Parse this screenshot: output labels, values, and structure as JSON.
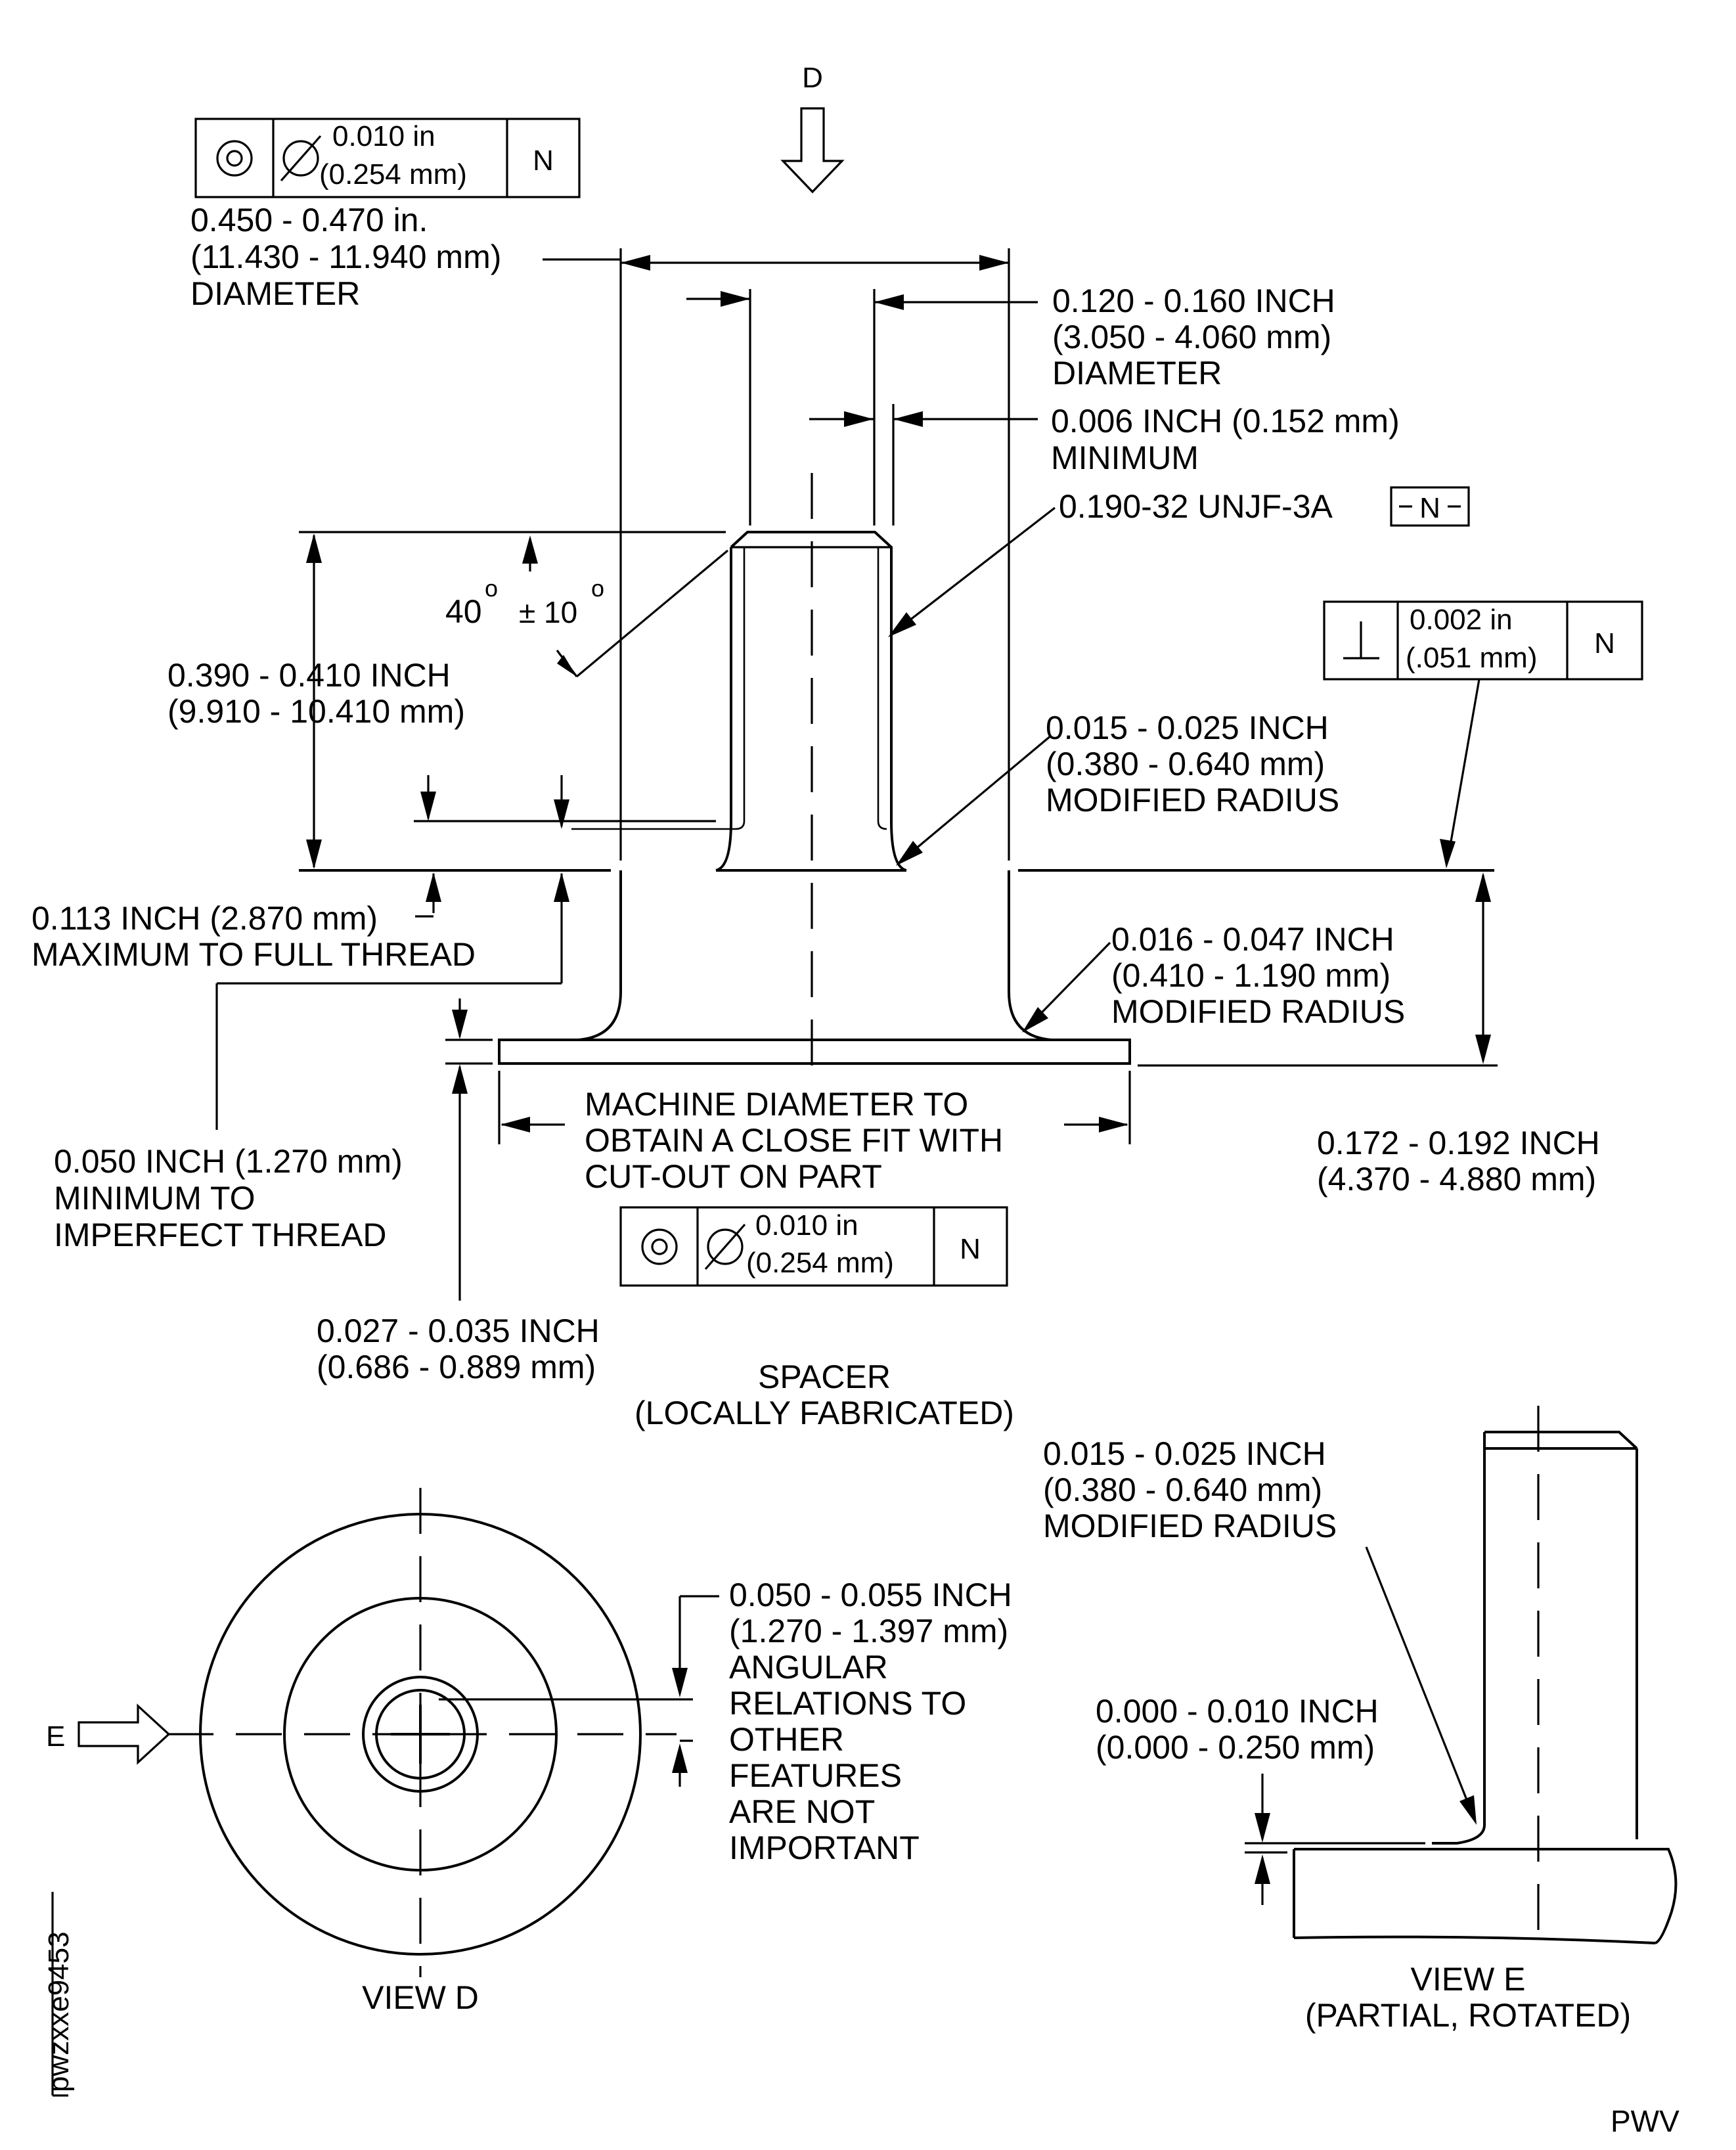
{
  "view_d_label_top": "D",
  "fcf": {
    "top": {
      "tol": "0.010 in",
      "tol_mm": "(0.254 mm)",
      "datum": "N"
    },
    "perp": {
      "tol": "0.002 in",
      "tol_mm": "(.051 mm)",
      "datum": "N"
    },
    "bottom": {
      "tol": "0.010 in",
      "tol_mm": "(0.254 mm)",
      "datum": "N"
    }
  },
  "dims": {
    "flange_dia": [
      "0.450 - 0.470 in.",
      "(11.430 - 11.940 mm)",
      "DIAMETER"
    ],
    "shank_dia": [
      "0.120 - 0.160 INCH",
      "(3.050 - 4.060 mm)",
      "DIAMETER"
    ],
    "min_wall": [
      "0.006 INCH (0.152 mm)",
      "MINIMUM"
    ],
    "thread": "0.190-32 UNJF-3A",
    "thread_datum": "N",
    "chamfer_angle": "40",
    "chamfer_tol": "± 10",
    "deg": "o",
    "length": [
      "0.390 - 0.410 INCH",
      "(9.910 - 10.410 mm)"
    ],
    "radius_top": [
      "0.015 - 0.025 INCH",
      "(0.380 - 0.640 mm)",
      "MODIFIED RADIUS"
    ],
    "full_thread": [
      "0.113 INCH (2.870 mm)",
      "MAXIMUM TO FULL THREAD"
    ],
    "radius_base": [
      "0.016 - 0.047 INCH",
      "(0.410 - 1.190 mm)",
      "MODIFIED RADIUS"
    ],
    "machine_dia": [
      "MACHINE DIAMETER TO",
      "OBTAIN A CLOSE FIT WITH",
      "CUT-OUT ON PART"
    ],
    "height": [
      "0.172 - 0.192 INCH",
      "(4.370 - 4.880 mm)"
    ],
    "imperfect": [
      "0.050 INCH (1.270 mm)",
      "MINIMUM TO",
      "IMPERFECT THREAD"
    ],
    "flange_thk": [
      "0.027 - 0.035 INCH",
      "(0.686 - 0.889 mm)"
    ],
    "radius_view_e": [
      "0.015 - 0.025 INCH",
      "(0.380 - 0.640 mm)",
      "MODIFIED RADIUS"
    ],
    "angular": [
      "0.050 - 0.055 INCH",
      "(1.270 - 1.397 mm)",
      "ANGULAR",
      "RELATIONS TO",
      "OTHER",
      "FEATURES",
      "ARE NOT",
      "IMPORTANT"
    ],
    "gap_view_e": [
      "0.000 - 0.010 INCH",
      "(0.000 - 0.250 mm)"
    ]
  },
  "title": [
    "SPACER",
    "(LOCALLY FABRICATED)"
  ],
  "view_d": "VIEW D",
  "view_e_arrow": "E",
  "view_e": [
    "VIEW E",
    "(PARTIAL, ROTATED)"
  ],
  "figure_id": "pwzxxe9453",
  "corner_code": "PWV"
}
